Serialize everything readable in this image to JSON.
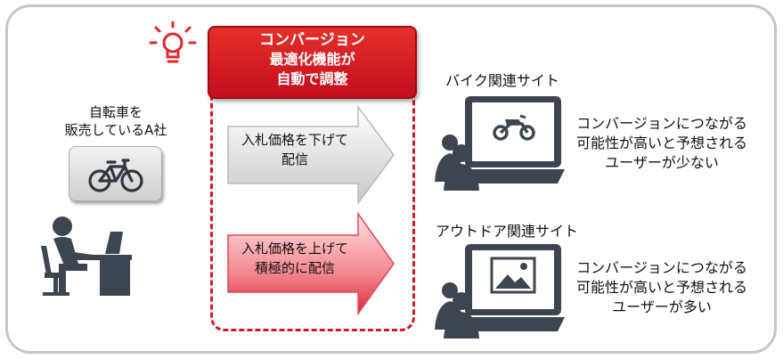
{
  "company": {
    "label_line1": "自転車を",
    "label_line2": "販売しているA社",
    "product_icon": "bicycle-icon",
    "person_icon": "person-at-desk-icon"
  },
  "feature": {
    "icon": "lightbulb-icon",
    "title_line1": "コンバージョン",
    "title_line2": "最適化機能が",
    "title_line3": "自動で調整"
  },
  "actions": [
    {
      "line1": "入札価格を下げて",
      "line2": "配信",
      "style": "gray"
    },
    {
      "line1": "入札価格を上げて",
      "line2": "積極的に配信",
      "style": "red"
    }
  ],
  "sites": [
    {
      "name": "バイク関連サイト",
      "icon": "motorcycle-icon",
      "desc_line1": "コンバージョンにつながる",
      "desc_line2": "可能性が高いと予想される",
      "desc_line3": "ユーザーが少ない"
    },
    {
      "name": "アウトドア関連サイト",
      "icon": "landscape-image-icon",
      "desc_line1": "コンバージョンにつながる",
      "desc_line2": "可能性が高いと予想される",
      "desc_line3": "ユーザーが多い"
    }
  ],
  "colors": {
    "accent_red": "#c8101c",
    "icon_dark": "#3d4650",
    "border_gray": "#c6c6c6"
  }
}
